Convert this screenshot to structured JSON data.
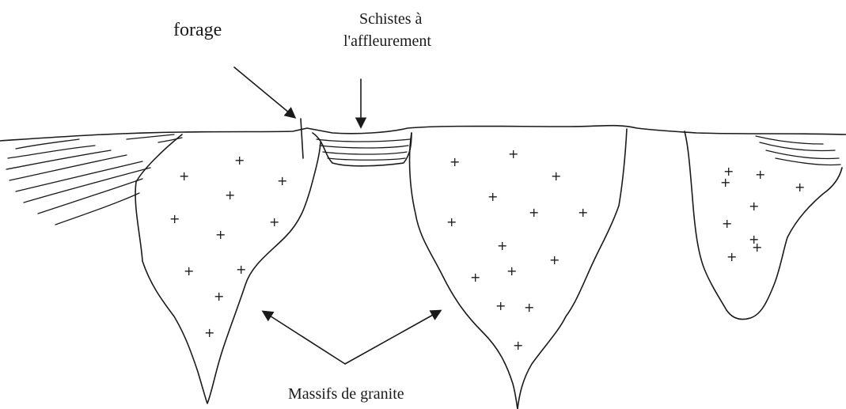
{
  "labels": {
    "forage": "forage",
    "schistes_line1": "Schistes à",
    "schistes_line2": "l'affleurement",
    "massifs": "Massifs de granite"
  },
  "colors": {
    "ink": "#1a1a1a",
    "background": "#ffffff"
  },
  "marks": {
    "granite_symbol": "+"
  }
}
